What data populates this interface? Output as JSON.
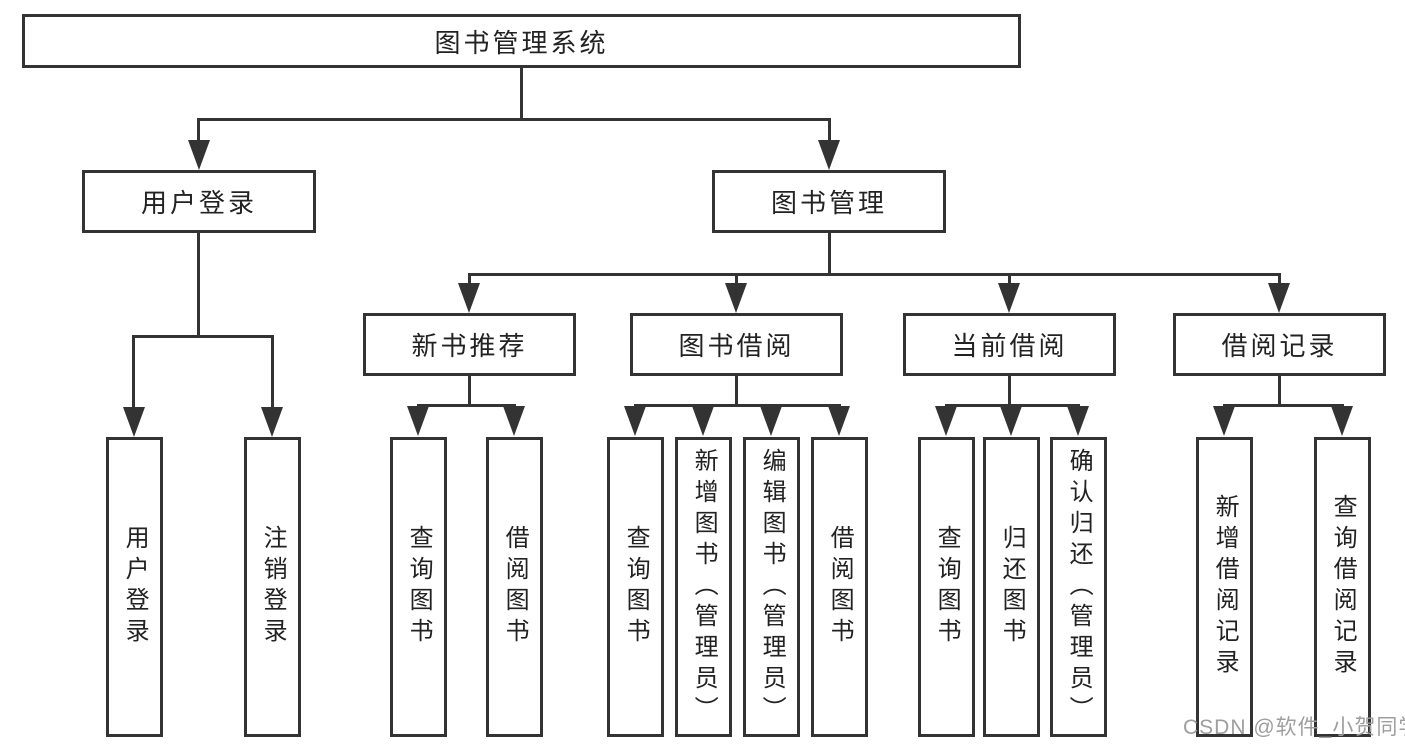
{
  "diagram": {
    "nodes": {
      "root": "图书管理系统",
      "user_login": "用户登录",
      "book_mgmt": "图书管理",
      "new_book": "新书推荐",
      "book_borrow": "图书借阅",
      "current_borrow": "当前借阅",
      "borrow_record": "借阅记录"
    },
    "leaves": {
      "user_login": [
        "用户登录",
        "注销登录"
      ],
      "new_book": [
        "查询图书",
        "借阅图书"
      ],
      "book_borrow": [
        "查询图书",
        "新增图书（管理员）",
        "编辑图书（管理员）",
        "借阅图书"
      ],
      "current_borrow": [
        "查询图书",
        "归还图书",
        "确认归还（管理员）"
      ],
      "borrow_record": [
        "新增借阅记录",
        "查询借阅记录"
      ]
    },
    "colors": {
      "line": "#333333",
      "text": "#222222",
      "watermark_text": "#9e9e9e",
      "background": "#ffffff"
    }
  },
  "watermark": {
    "text": "CSDN @软件_小贺同学"
  }
}
